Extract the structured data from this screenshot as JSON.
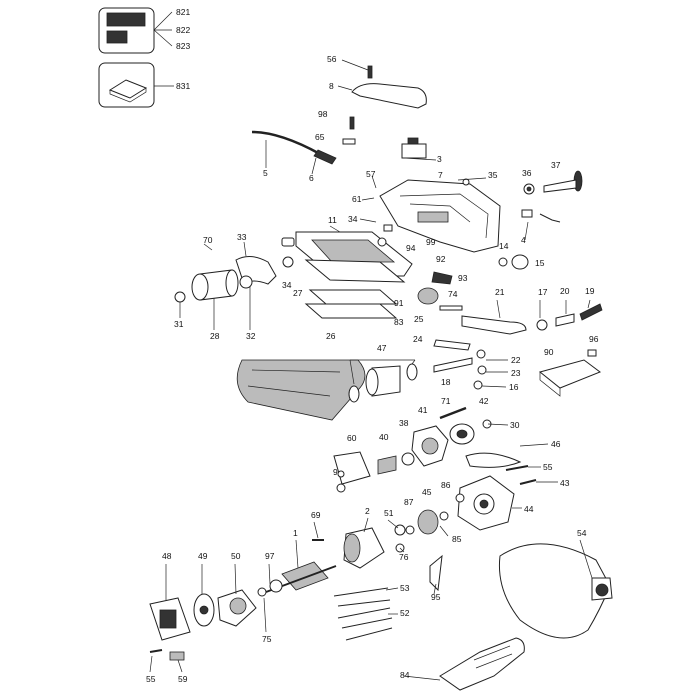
{
  "callouts": {
    "c821": "821",
    "c822": "822",
    "c823": "823",
    "c831": "831",
    "c56": "56",
    "c8": "8",
    "c98": "98",
    "c65": "65",
    "c5": "5",
    "c6": "6",
    "c3": "3",
    "c7": "7",
    "c35": "35",
    "c36": "36",
    "c37": "37",
    "c57": "57",
    "c61": "61",
    "c34a": "34",
    "c11": "11",
    "c4": "4",
    "c70": "70",
    "c33": "33",
    "c94": "94",
    "c99": "99",
    "c92": "92",
    "c14": "14",
    "c15": "15",
    "c93": "93",
    "c34b": "34",
    "c27": "27",
    "c74": "74",
    "c91": "91",
    "c21": "21",
    "c17": "17",
    "c20": "20",
    "c19": "19",
    "c31": "31",
    "c28": "28",
    "c32": "32",
    "c26": "26",
    "c25": "25",
    "c83": "83",
    "c24": "24",
    "c96": "96",
    "c47": "47",
    "c22": "22",
    "c90": "90",
    "c23": "23",
    "c18": "18",
    "c16": "16",
    "c71": "71",
    "c42": "42",
    "c41": "41",
    "c30": "30",
    "c60": "60",
    "c40": "40",
    "c38": "38",
    "c46": "46",
    "c9": "9",
    "c55a": "55",
    "c43": "43",
    "c69": "69",
    "c86": "86",
    "c44": "44",
    "c2": "2",
    "c51": "51",
    "c87": "87",
    "c45": "45",
    "c54": "54",
    "c1": "1",
    "c76": "76",
    "c85": "85",
    "c48": "48",
    "c49": "49",
    "c50": "50",
    "c97": "97",
    "c53": "53",
    "c95": "95",
    "c75": "75",
    "c52": "52",
    "c55b": "55",
    "c59": "59",
    "c84": "84"
  }
}
